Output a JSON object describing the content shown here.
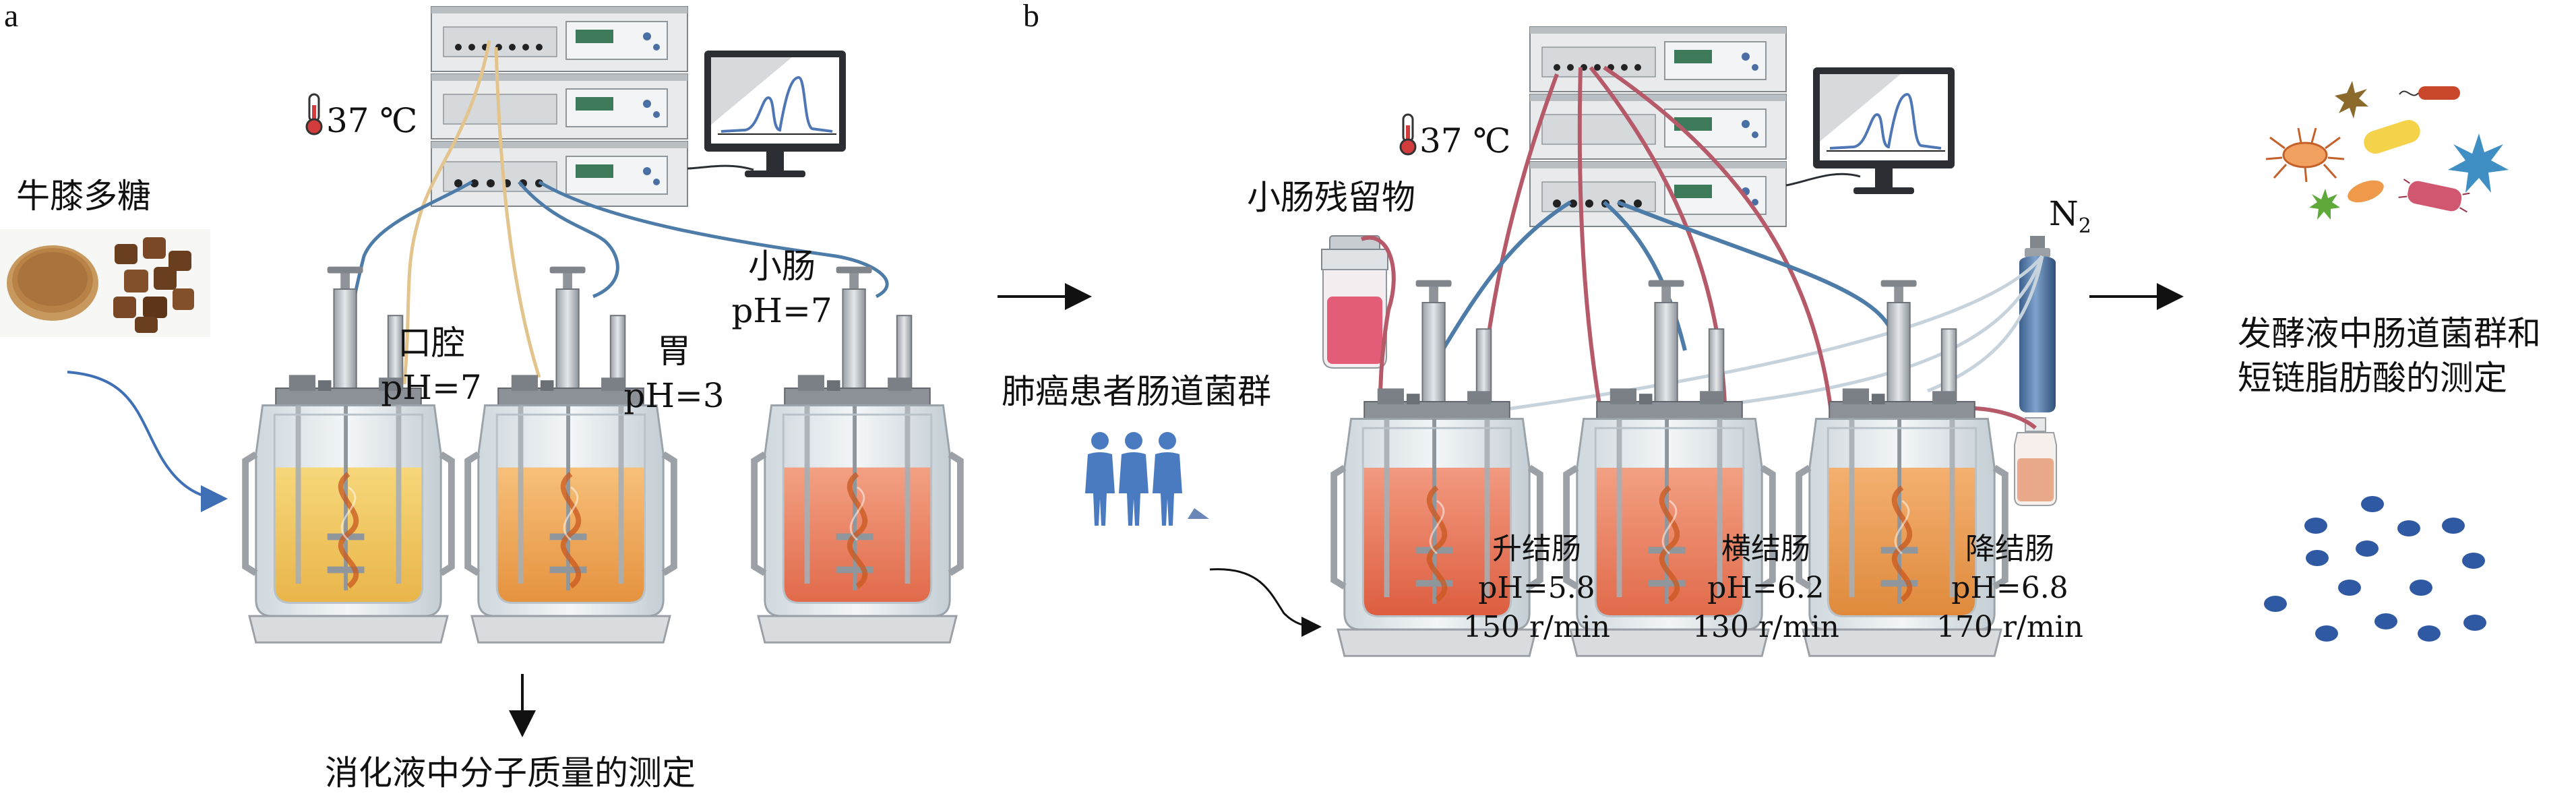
{
  "panel_a": {
    "letter": "a",
    "temperature": "37 ℃",
    "substrate": "牛膝多糖",
    "vessels": [
      {
        "name": "口腔",
        "ph": "pH=7"
      },
      {
        "name": "胃",
        "ph": "pH=3"
      },
      {
        "name": "小肠",
        "ph": "pH=7"
      }
    ],
    "output": "消化液中分子质量的测定"
  },
  "panel_b": {
    "letter": "b",
    "temperature": "37 ℃",
    "residue": "小肠残留物",
    "inoculum": "肺癌患者肠道菌群",
    "gas": "N",
    "gas_sub": "2",
    "vessels": [
      {
        "name": "升结肠",
        "ph": "pH=5.8",
        "speed": "150 r/min"
      },
      {
        "name": "横结肠",
        "ph": "pH=6.2",
        "speed": "130 r/min"
      },
      {
        "name": "降结肠",
        "ph": "pH=6.8",
        "speed": "170 r/min"
      }
    ],
    "output_line1": "发酵液中肠道菌群和",
    "output_line2": "短链脂肪酸的测定"
  },
  "colors": {
    "blue_tube": "#4e7ca8",
    "red_tube": "#b65a6a",
    "yellow_tube": "#e2c48c",
    "arrow": "#111111",
    "curve_arrow_a": "#3f6fb5"
  }
}
